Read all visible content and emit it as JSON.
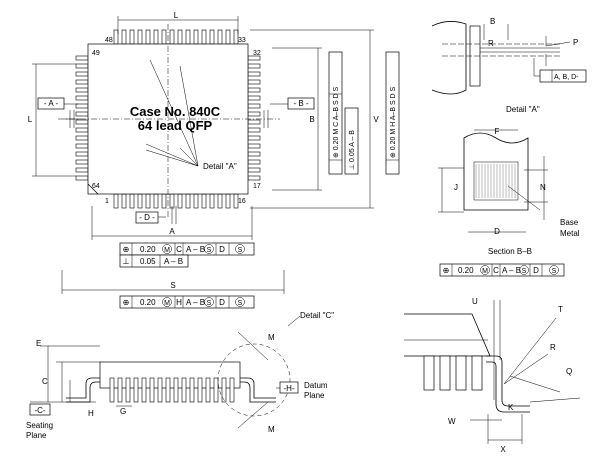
{
  "package": {
    "case_label": "Case No. 840C",
    "package_label": "64 lead QFP"
  },
  "pins": {
    "p1": "1",
    "p16": "16",
    "p17": "17",
    "p32": "32",
    "p33": "33",
    "p48": "48",
    "p49": "49",
    "p64": "64"
  },
  "dims": {
    "L": "L",
    "B": "B",
    "V": "V",
    "A": "A",
    "S": "S",
    "C": "C",
    "E": "E",
    "H": "H",
    "G": "G",
    "M": "M",
    "F": "F",
    "J": "J",
    "N": "N",
    "D": "D",
    "P": "P",
    "R": "R",
    "T": "T",
    "U": "U",
    "Q": "Q",
    "K": "K",
    "W": "W",
    "X": "X"
  },
  "datums": {
    "A": "- A -",
    "B": "- B -",
    "D": "- D -",
    "C": "-C-",
    "H": "-H-"
  },
  "labels": {
    "detail_a": "Detail \"A\"",
    "detail_c": "Detail \"C\"",
    "section_bb": "Section B–B",
    "base_metal_1": "Base",
    "base_metal_2": "Metal",
    "datum_plane_1": "Datum",
    "datum_plane_2": "Plane",
    "seating_plane_1": "Seating",
    "seating_plane_2": "Plane",
    "detail_a_datums": "A, B, D-"
  },
  "tolerances": {
    "tol_a_row1": {
      "symbol": "⊕",
      "value": "0.20",
      "mod": "M",
      "ref": "C",
      "datum": "A – B",
      "s1": "S",
      "d": "D",
      "s2": "S"
    },
    "tol_a_row2": {
      "symbol": "⊥",
      "value": "0.05",
      "datum": "A – B"
    },
    "tol_s": {
      "symbol": "⊕",
      "value": "0.20",
      "mod": "M",
      "ref": "H",
      "datum": "A – B",
      "s1": "S",
      "d": "D",
      "s2": "S"
    },
    "tol_bb": {
      "symbol": "⊕",
      "value": "0.20",
      "mod": "M",
      "ref": "C",
      "datum": "A – B",
      "s1": "S",
      "d": "D",
      "s2": "S"
    },
    "tol_b_v1": "⊕ 0.20 M C A–B S D S",
    "tol_b_v2": "⊥ 0.05 A – B",
    "tol_v_v": "⊕ 0.20 M H A–B S D S"
  }
}
